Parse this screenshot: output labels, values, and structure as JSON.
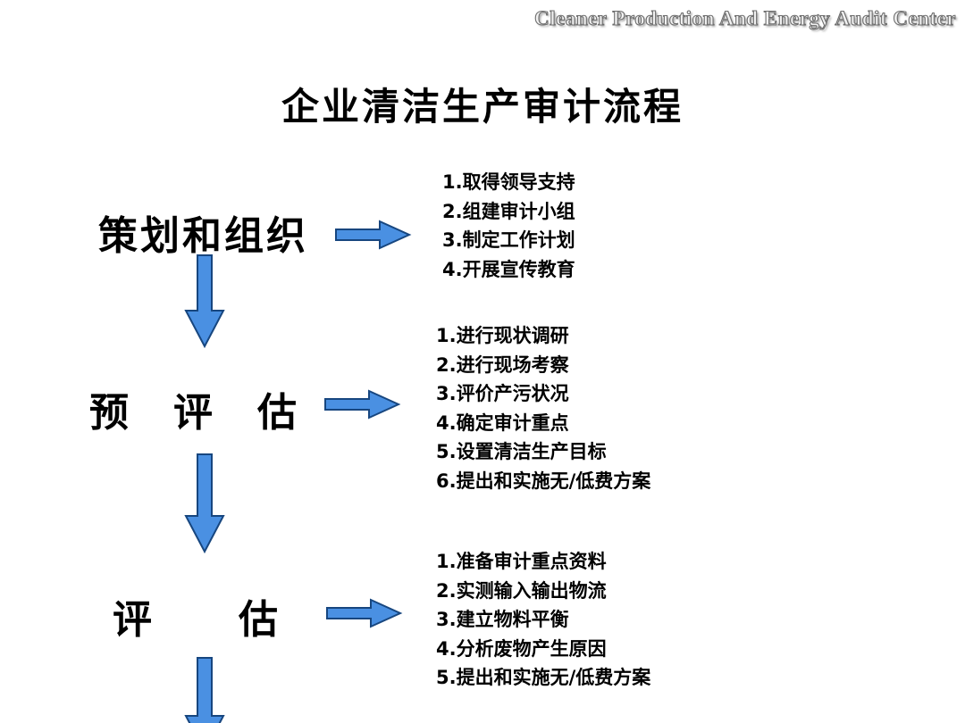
{
  "header": {
    "label": "Cleaner Production And Energy Audit Center"
  },
  "title": "企业清洁生产审计流程",
  "stages": [
    {
      "label": "策划和组织",
      "items": [
        "1.取得领导支持",
        "2.组建审计小组",
        "3.制定工作计划",
        "4.开展宣传教育"
      ]
    },
    {
      "label": "预　评　估",
      "items": [
        "1.进行现状调研",
        "2.进行现场考察",
        "3.评价产污状况",
        "4.确定审计重点",
        "5.设置清洁生产目标",
        "6.提出和实施无/低费方案"
      ]
    },
    {
      "label": "评　　估",
      "items": [
        "1.准备审计重点资料",
        "2.实测输入输出物流",
        "3.建立物料平衡",
        "4.分析废物产生原因",
        "5.提出和实施无/低费方案"
      ]
    }
  ],
  "colors": {
    "arrow_fill": "#4a90e2",
    "arrow_stroke": "#17467f"
  }
}
